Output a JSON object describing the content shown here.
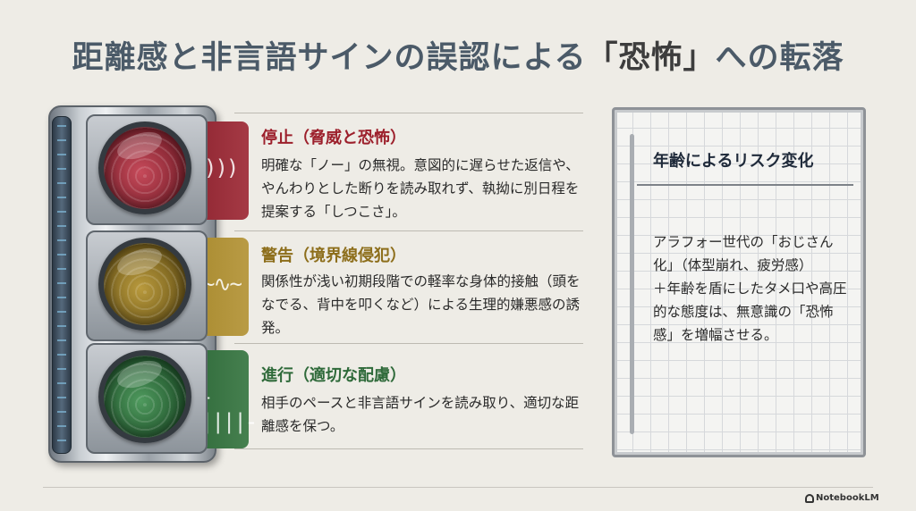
{
  "title": {
    "main": "距離感と非言語サインの誤認による",
    "emphasis": "「恐怖」",
    "tail": "への転落"
  },
  "sections": [
    {
      "heading": "停止（脅威と恐怖）",
      "body": "明確な「ノー」の無視。意図的に遅らせた返信や、やんわりとした断りを読み取れず、執拗に別日程を提案する「しつこさ」。",
      "color": "#9c1f2b",
      "wave": ")))"
    },
    {
      "heading": "警告（境界線侵犯）",
      "body": "関係性が浅い初期段階での軽率な身体的接触（頭をなでる、背中を叩くなど）による生理的嫌悪感の誘発。",
      "color": "#8d6e1b",
      "wave": "~∿~"
    },
    {
      "heading": "進行（適切な配慮）",
      "body": "相手のペースと非言語サインを読み取り、適切な距離感を保つ。",
      "color": "#2f6a3a",
      "wave": "-||||-"
    }
  ],
  "card": {
    "title": "年齢によるリスク変化",
    "paragraph1": "アラフォー世代の「おじさん化」（体型崩れ、疲労感）",
    "paragraph2": "＋年齢を盾にしたタメ口や高圧的な態度は、無意識の「恐怖感」を増幅させる。"
  },
  "footer": {
    "brand": "NotebookLM"
  }
}
